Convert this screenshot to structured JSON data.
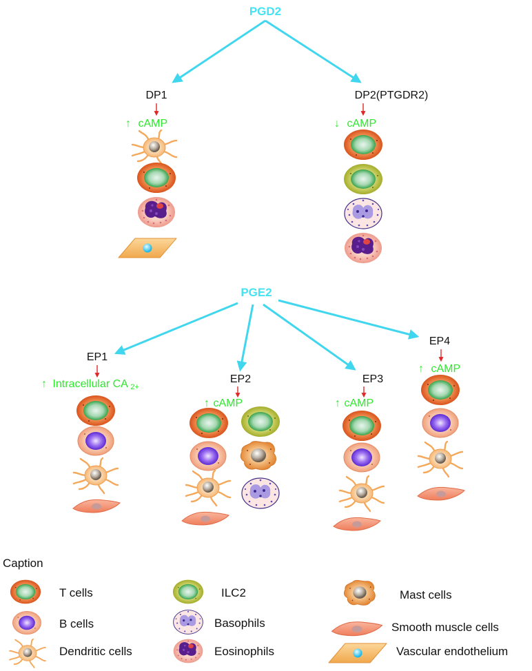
{
  "colors": {
    "hormone": "#44e3f3",
    "main_arrow": "#3fd6ee",
    "red_arrow": "#e02727",
    "effect": "#2ee82e",
    "receptor_text": "#111111"
  },
  "hormones": {
    "pgd2": "PGD2",
    "pge2": "PGE2"
  },
  "receptors": {
    "dp1": {
      "name": "DP1",
      "arrow": "↑",
      "effect": "cAMP"
    },
    "dp2": {
      "name": "DP2(PTGDR2)",
      "arrow": "↓",
      "effect": "cAMP"
    },
    "ep1": {
      "name": "EP1",
      "arrow": "↑",
      "effect": "Intracellular CA",
      "effect_sub": "2+"
    },
    "ep2": {
      "name": "EP2",
      "arrow": "↑",
      "effect": "cAMP"
    },
    "ep3": {
      "name": "EP3",
      "arrow": "↑",
      "effect": "cAMP"
    },
    "ep4": {
      "name": "EP4",
      "arrow": "↑",
      "effect": "cAMP"
    }
  },
  "caption": {
    "title": "Caption",
    "items": [
      {
        "icon": "tcell",
        "label": "T cells"
      },
      {
        "icon": "bcell",
        "label": "B cells"
      },
      {
        "icon": "dendritic",
        "label": "Dendritic cells"
      },
      {
        "icon": "ilc2",
        "label": "ILC2"
      },
      {
        "icon": "basophil",
        "label": "Basophils"
      },
      {
        "icon": "eosinophil",
        "label": "Eosinophils"
      },
      {
        "icon": "mast",
        "label": "Mast cells"
      },
      {
        "icon": "smooth",
        "label": "Smooth muscle cells"
      },
      {
        "icon": "vascular",
        "label": "Vascular endothelium"
      }
    ]
  }
}
